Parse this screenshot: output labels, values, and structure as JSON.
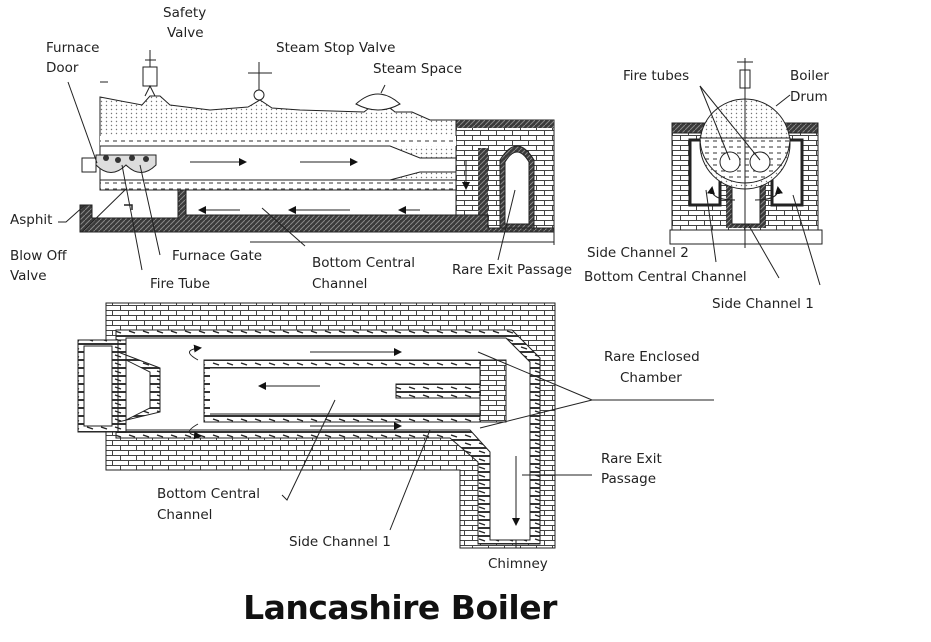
{
  "title": "Lancashire Boiler",
  "side_view": {
    "labels": {
      "safety_valve_1": "Safety",
      "safety_valve_2": "Valve",
      "furnace_door_1": "Furnace",
      "furnace_door_2": "Door",
      "steam_stop_valve": "Steam Stop Valve",
      "steam_space": "Steam Space",
      "asphit": "Asphit",
      "blow_off_valve_1": "Blow Off",
      "blow_off_valve_2": "Valve",
      "furnace_gate": "Furnace Gate",
      "fire_tube": "Fire Tube",
      "bottom_central_channel_1": "Bottom Central",
      "bottom_central_channel_2": "Channel",
      "rare_exit_passage": "Rare Exit Passage"
    }
  },
  "front_view": {
    "labels": {
      "fire_tubes": "Fire tubes",
      "boiler_drum_1": "Boiler",
      "boiler_drum_2": "Drum",
      "side_channel_2": "Side Channel 2",
      "bottom_central_channel": "Bottom Central Channel",
      "side_channel_1": "Side Channel 1"
    }
  },
  "plan_view": {
    "labels": {
      "rare_enclosed_chamber_1": "Rare Enclosed",
      "rare_enclosed_chamber_2": "Chamber",
      "rare_exit_passage_1": "Rare Exit",
      "rare_exit_passage_2": "Passage",
      "bottom_central_channel_1": "Bottom Central",
      "bottom_central_channel_2": "Channel",
      "side_channel_1": "Side Channel 1",
      "chimney": "Chimney"
    }
  }
}
